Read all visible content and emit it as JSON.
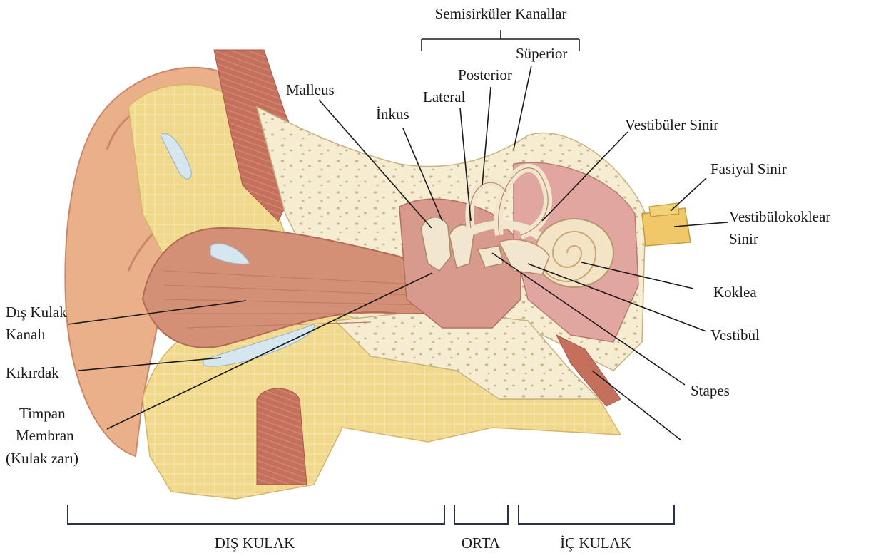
{
  "diagram": {
    "labels": {
      "semicircular_canals": "Semisirküler Kanallar",
      "superior": "Süperior",
      "posterior": "Posterior",
      "lateral": "Lateral",
      "malleus": "Malleus",
      "incus": "İnkus",
      "vestibular_nerve": "Vestibüler Sinir",
      "facial_nerve": "Fasiyal Sinir",
      "vestibulocochlear_nerve_1": "Vestibülokoklear",
      "vestibulocochlear_nerve_2": "Sinir",
      "cochlea": "Koklea",
      "vestibule": "Vestibül",
      "stapes": "Stapes",
      "ear_canal_1": "Dış Kulak",
      "ear_canal_2": "Kanalı",
      "cartilage": "Kıkırdak",
      "tympanic_1": "Timpan",
      "tympanic_2": "Membran",
      "tympanic_3": "(Kulak zarı)"
    },
    "sections": {
      "outer_ear": "DIŞ KULAK",
      "middle_ear": "ORTA",
      "inner_ear": "İÇ KULAK"
    },
    "colors": {
      "skin": "#e9b08a",
      "skin_dark": "#c9876a",
      "fat": "#f1d98c",
      "bone": "#f5ecd2",
      "bone_pore": "#c9b78a",
      "muscle": "#c5705c",
      "cochlea": "#f2e4c4",
      "cartilage": "#d6e6ee",
      "bracket": "#2a2f4a"
    }
  }
}
